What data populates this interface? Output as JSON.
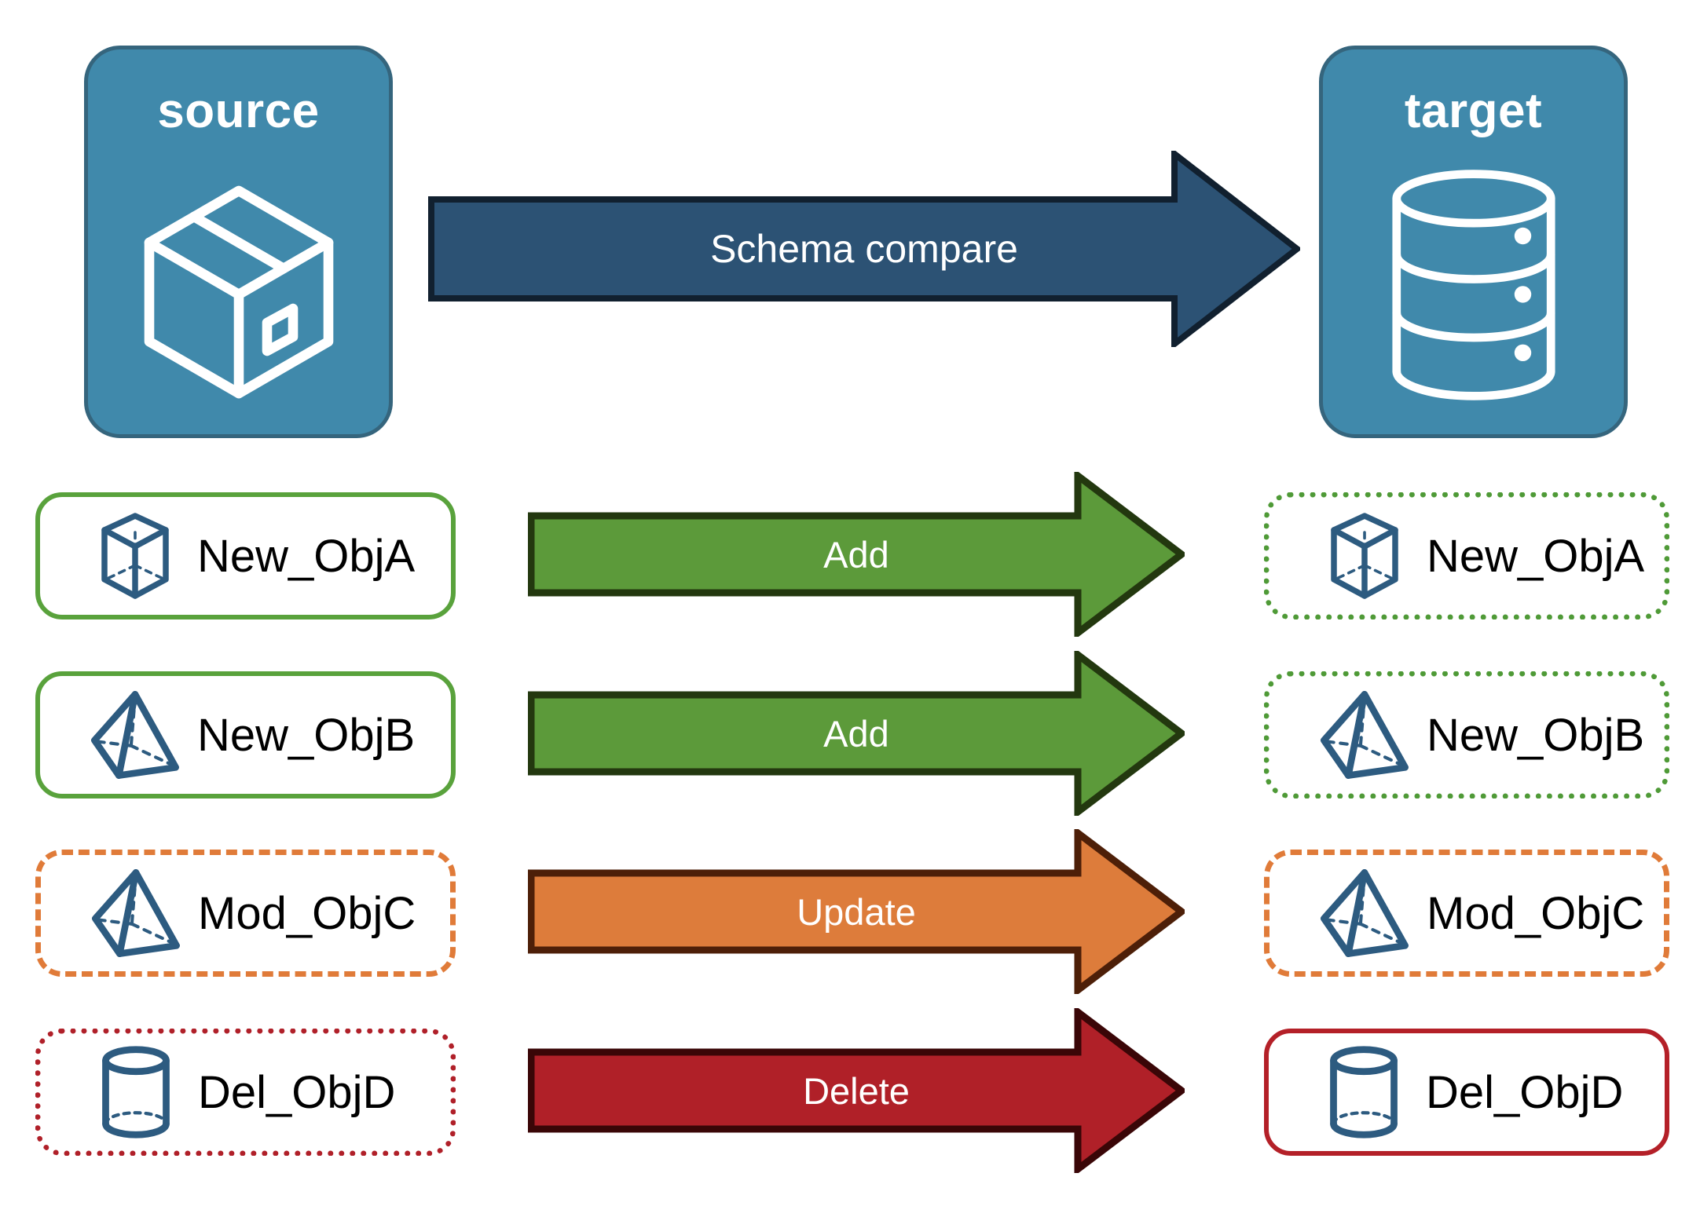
{
  "diagram": {
    "title": "Schema compare",
    "colors": {
      "endpoint_fill": "#4089ab",
      "endpoint_stroke": "#35657d",
      "schema_arrow_fill": "#2c5274",
      "schema_arrow_stroke": "#11202f",
      "add_fill": "#5c9a3a",
      "add_stroke": "#23380f",
      "update_fill": "#dd7c3b",
      "update_stroke": "#4d1f08",
      "delete_fill": "#b02028",
      "delete_stroke": "#3a0607",
      "icon_blue": "#2d5b80",
      "green": "#59a23c",
      "orange": "#e07b39",
      "red": "#b42028",
      "label_text": "#000000",
      "arrow_text": "#ffffff"
    },
    "source": {
      "label": "source",
      "icon": "package-box-icon"
    },
    "target": {
      "label": "target",
      "icon": "database-cylinder-icon"
    },
    "compare_arrow": {
      "label": "Schema compare",
      "icon": "right-arrow-icon"
    },
    "rows": [
      {
        "action": "Add",
        "arrow_style": "add",
        "source": {
          "label": "New_ObjA",
          "icon": "wireframe-cube-icon",
          "border": "green-solid"
        },
        "target": {
          "label": "New_ObjA",
          "icon": "wireframe-cube-icon",
          "border": "green-dotted"
        }
      },
      {
        "action": "Add",
        "arrow_style": "add",
        "source": {
          "label": "New_ObjB",
          "icon": "wireframe-pyramid-icon",
          "border": "green-solid"
        },
        "target": {
          "label": "New_ObjB",
          "icon": "wireframe-pyramid-icon",
          "border": "green-dotted"
        }
      },
      {
        "action": "Update",
        "arrow_style": "update",
        "source": {
          "label": "Mod_ObjC",
          "icon": "wireframe-pyramid-icon",
          "border": "orange-dashed"
        },
        "target": {
          "label": "Mod_ObjC",
          "icon": "wireframe-pyramid-icon",
          "border": "orange-dashed"
        }
      },
      {
        "action": "Delete",
        "arrow_style": "delete",
        "source": {
          "label": "Del_ObjD",
          "icon": "wireframe-cylinder-icon",
          "border": "red-dotted"
        },
        "target": {
          "label": "Del_ObjD",
          "icon": "wireframe-cylinder-icon",
          "border": "red-solid"
        }
      }
    ]
  }
}
